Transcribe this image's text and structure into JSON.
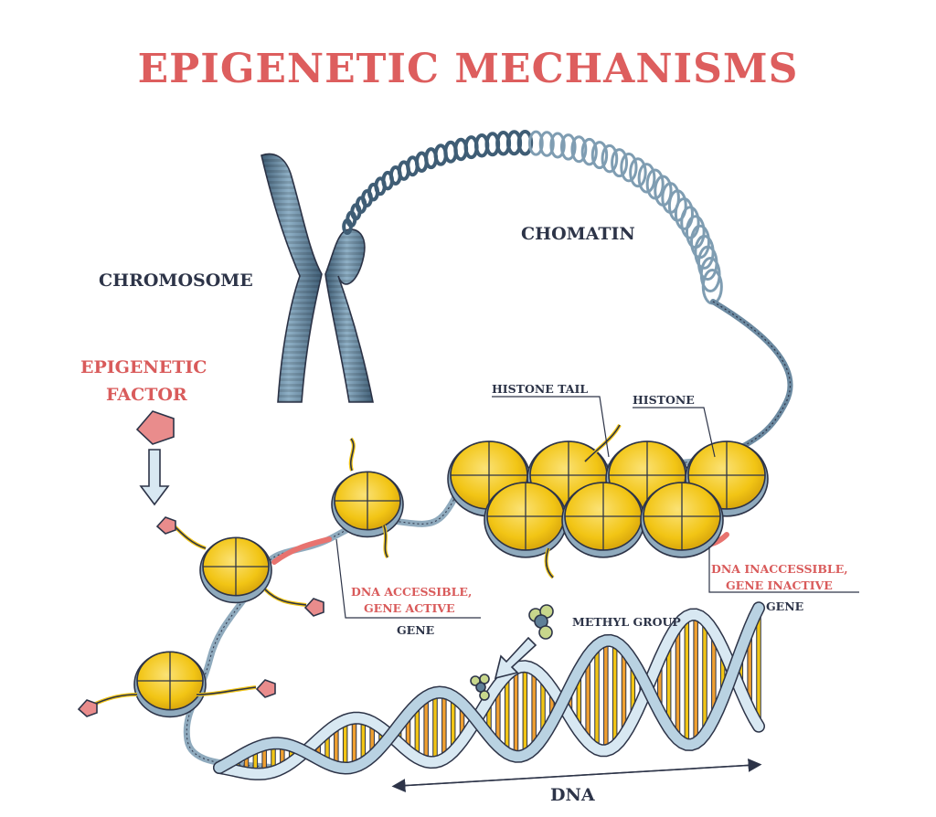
{
  "title": "EPIGENETIC MECHANISMS",
  "labels": {
    "chromosome": "CHROMOSOME",
    "chromatin": "CHOMATIN",
    "epigenetic_factor_line1": "EPIGENETIC",
    "epigenetic_factor_line2": "FACTOR",
    "histone_tail": "HISTONE TAIL",
    "histone": "HISTONE",
    "dna_accessible_line1": "DNA ACCESSIBLE,",
    "dna_accessible_line2": "GENE ACTIVE",
    "gene_left": "GENE",
    "dna_inaccessible_line1": "DNA INACCESSIBLE,",
    "dna_inaccessible_line2": "GENE INACTIVE",
    "gene_right": "GENE",
    "methyl_group": "METHYL GROUP",
    "dna": "DNA"
  },
  "colors": {
    "title_red": "#dd5e5e",
    "dark_text": "#2d3448",
    "chromosome_blue": "#5f7f97",
    "histone_yellow": "#f2c515",
    "dna_orange": "#f0a030",
    "gene_red": "#e8736f",
    "factor_pink": "#e98c8c"
  },
  "icons": [
    "chromosome-icon",
    "chromatin-coil-icon",
    "histone-icon",
    "epigenetic-factor-icon",
    "methyl-group-icon",
    "dna-helix-icon",
    "arrow-down-icon"
  ]
}
